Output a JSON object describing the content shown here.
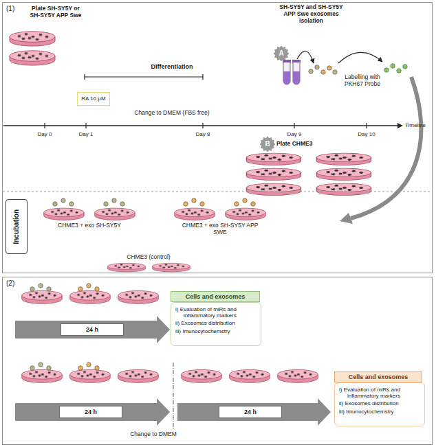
{
  "diagram": {
    "nodes": [
      {
        "text": [
          "(1)"
        ]
      },
      {
        "text": [
          "A"
        ],
        "in": 0
      },
      {
        "text": [
          "RA 10 μM"
        ],
        "in": 0
      },
      {
        "text": [
          "B"
        ],
        "in": 0
      },
      {
        "text": [
          "Incubation"
        ],
        "in": 0
      },
      {
        "text": [
          "(2)"
        ]
      },
      {
        "text": [
          "24 h"
        ],
        "in": 5
      },
      {
        "text": [
          "Cells and exosomes"
        ],
        "in": 5
      },
      {
        "text": [
          "i) Evaluation of miRs and inflammatory markers",
          "ii) Exosomes distribution",
          "iii) Imunocytochemstry"
        ],
        "in": 5
      },
      {
        "text": [
          "24 h"
        ],
        "in": 5
      },
      {
        "text": [
          "24 h"
        ],
        "in": 5
      },
      {
        "text": [
          "Cells and exosomes"
        ],
        "in": 5
      },
      {
        "text": [
          "i) Evaluation of miRs and inflammatory markers",
          "ii) Exosomes distribution",
          "iii) Imunocytochemstry"
        ],
        "in": 5
      }
    ],
    "labels": [
      "Plate SH-SY5Y or SH-SY5Y APP Swe",
      "Differentiation",
      "Change to DMEM (FBS free)",
      "SH-SY5Y and SH-SY5Y APP Swe exosomes isolation",
      "Labelling with PKH67 Probe",
      "Plate CHME3",
      "Day 0",
      "Day 1",
      "Day 8",
      "Day 9",
      "Day 10",
      "Timeline",
      "CHME3 + exo SH-SY5Y",
      "CHME3 + exo SH-SY5Y APP SWE",
      "CHME3 (control)",
      "Change to DMEM"
    ]
  }
}
